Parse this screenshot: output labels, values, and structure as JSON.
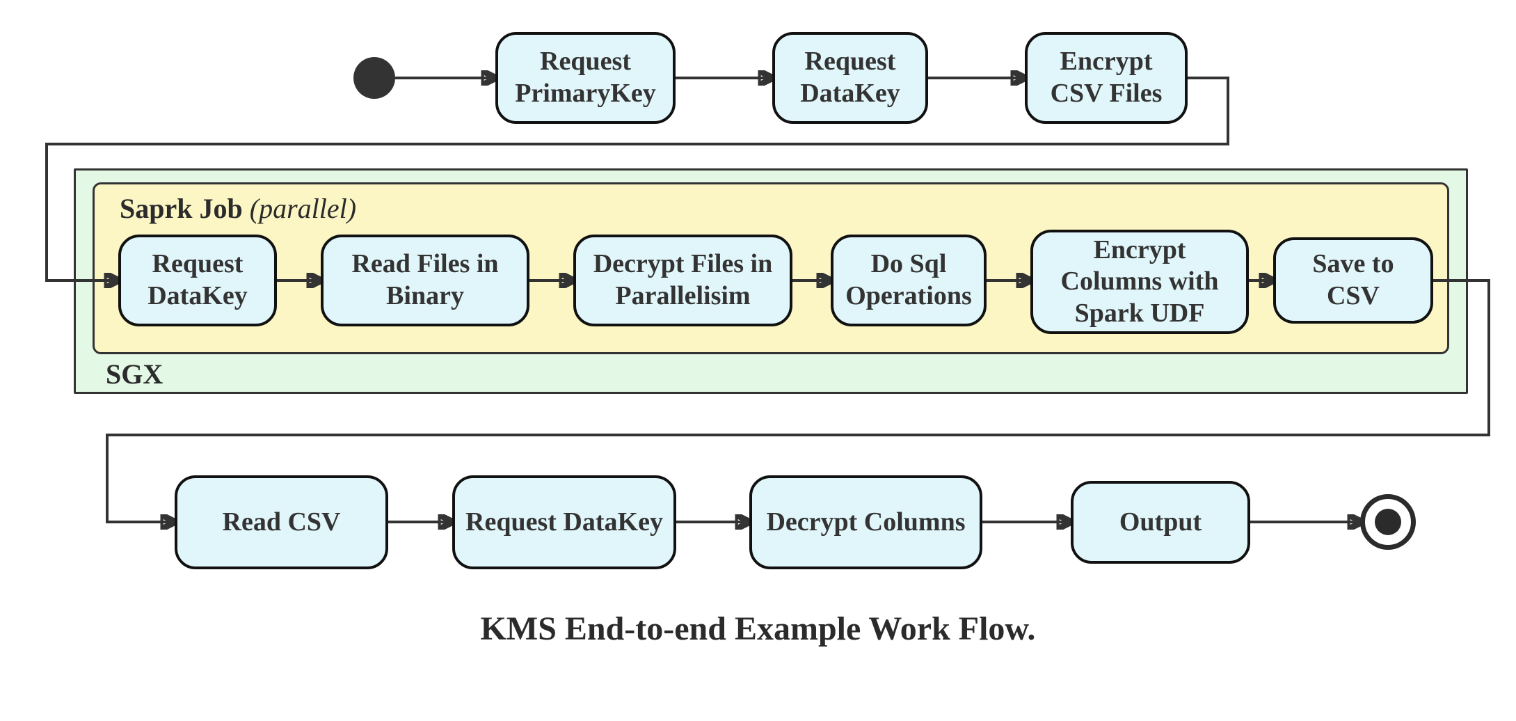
{
  "caption": "KMS End-to-end Example Work Flow.",
  "top_row": {
    "nodes": [
      "Request\nPrimaryKey",
      "Request\nDataKey",
      "Encrypt\nCSV Files"
    ]
  },
  "sgx": {
    "label": "SGX",
    "spark_job": {
      "label": "Saprk Job",
      "label_qualifier": "(parallel)",
      "nodes": [
        "Request\nDataKey",
        "Read Files in\nBinary",
        "Decrypt Files in\nParallelisim",
        "Do Sql\nOperations",
        "Encrypt\nColumns with\nSpark UDF",
        "Save to CSV"
      ]
    }
  },
  "bottom_row": {
    "nodes": [
      "Read CSV",
      "Request DataKey",
      "Decrypt Columns",
      "Output"
    ]
  },
  "colors": {
    "node_fill": "#e1f6fa",
    "node_border": "#111111",
    "spark_container_fill": "#fcf6c5",
    "sgx_container_fill": "#e3f8e5",
    "container_border": "#333333",
    "edge": "#333333",
    "text": "#333333"
  }
}
